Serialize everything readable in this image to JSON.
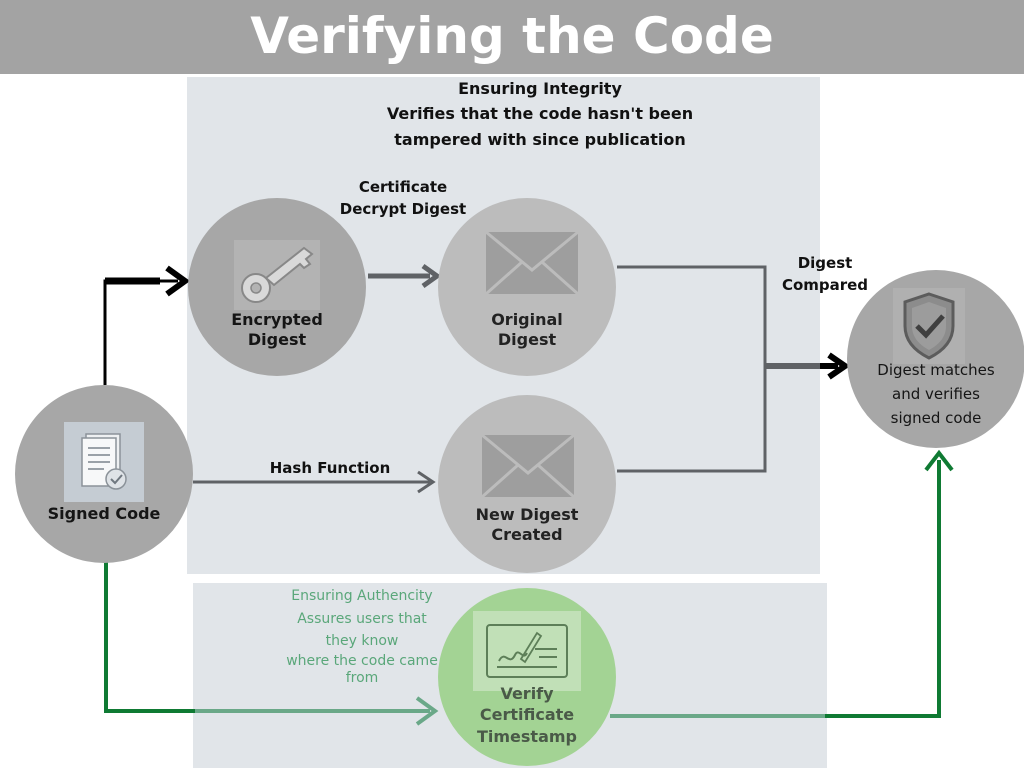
{
  "title": "Verifying the Code",
  "integrity": {
    "heading": "Ensuring Integrity",
    "line1": "Verifies that the code hasn't been",
    "line2": "tampered with since publication"
  },
  "authenticity": {
    "heading": "Ensuring Authencity",
    "line1": "Assures users that",
    "line2": "they know",
    "line3": "where the code came",
    "line4": "from"
  },
  "edge_labels": {
    "certificate_line1": "Certificate",
    "certificate_line2": "Decrypt Digest",
    "hash_function": "Hash Function",
    "digest_line1": "Digest",
    "digest_line2": "Compared"
  },
  "nodes": {
    "signed_code": {
      "label": "Signed Code",
      "icon": "document-check-icon"
    },
    "encrypted_digest": {
      "line1": "Encrypted",
      "line2": "Digest",
      "icon": "key-icon"
    },
    "original_digest": {
      "line1": "Original",
      "line2": "Digest",
      "icon": "envelope-icon"
    },
    "new_digest": {
      "line1": "New Digest",
      "line2": "Created",
      "icon": "envelope-icon"
    },
    "verify_certificate": {
      "line1": "Verify",
      "line2": "Certificate",
      "line3": "Timestamp",
      "icon": "certificate-signature-icon"
    },
    "result": {
      "line1": "Digest matches",
      "line2": "and verifies",
      "line3": "signed code",
      "icon": "shield-check-icon"
    }
  },
  "colors": {
    "banner": "#a3a3a3",
    "panel": "#e1e5e9",
    "node": "#a7a7a7",
    "node_light": "#bcbcbc",
    "node_green": "#a3d394",
    "arrow_dark": "#5f6266",
    "arrow_black": "#000000",
    "arrow_green": "#0f7a33",
    "arrow_teal": "#6aa888",
    "authenticity_text": "#5aa77a"
  }
}
